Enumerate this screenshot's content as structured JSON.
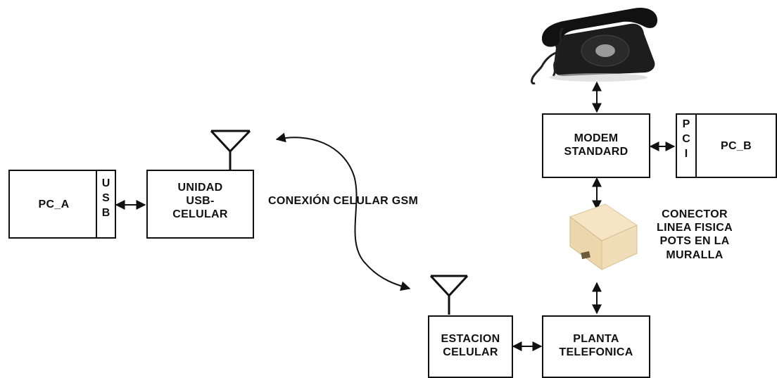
{
  "nodes": {
    "pc_a": "PC_A",
    "usb": "U\nS\nB",
    "unidad": "UNIDAD\nUSB-\nCELULAR",
    "conexion": "CONEXIÓN CELULAR GSM",
    "modem": "MODEM\nSTANDARD",
    "pci": "P\nC\nI",
    "pc_b": "PC_B",
    "conector": "CONECTOR\nLINEA FISICA\nPOTS EN LA\nMURALLA",
    "estacion": "ESTACION\nCELULAR",
    "planta": "PLANTA\nTELEFONICA"
  },
  "icons": {
    "telephone": "rotary-telephone-icon",
    "wall_jack": "wall-jack-icon",
    "antenna": "antenna-icon"
  },
  "colors": {
    "line": "#111111",
    "telephone": "#1a1a1a",
    "jack": "#f1deb9"
  }
}
